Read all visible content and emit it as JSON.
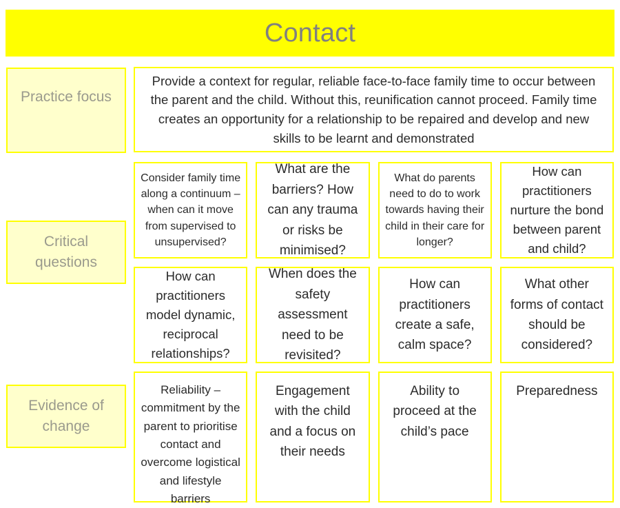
{
  "slide": {
    "title": "Contact",
    "colors": {
      "banner": "#FFFF00",
      "banner_text": "#808080",
      "label_fill": "#FFFFCC",
      "label_border": "#FFFF00",
      "label_text": "#9A9A8D",
      "card_border": "#FFFF00",
      "card_text": "#2B2B2B",
      "background": "#FFFFFF"
    }
  },
  "labels": {
    "practice_focus": "Practice focus",
    "critical_questions": "Critical questions",
    "evidence_of_change": "Evidence of change"
  },
  "practice_focus": {
    "text": "Provide a context for regular, reliable face-to-face family time to occur between the parent and the child. Without this, reunification cannot proceed. Family time creates an opportunity for a relationship to be repaired and develop and new skills to be learnt and demonstrated"
  },
  "critical_questions": {
    "row1": [
      "Consider family time along a continuum – when can it move from supervised to unsupervised?",
      "What are the barriers? How can any trauma or risks be minimised?",
      "What do parents need to do to work towards having their child in their care for longer?",
      "How can practitioners nurture the bond between parent and child?"
    ],
    "row2": [
      "How can practitioners model dynamic, reciprocal relationships?",
      "When does the safety assessment need to be revisited?",
      "How can practitioners create a safe, calm space?",
      "What other forms of contact should be considered?"
    ]
  },
  "evidence_of_change": {
    "items": [
      "Reliability – commitment by the parent to prioritise contact and overcome logistical and lifestyle barriers",
      "Engagement with the child and a focus on their needs",
      "Ability to proceed at the child’s pace",
      "Preparedness"
    ]
  }
}
